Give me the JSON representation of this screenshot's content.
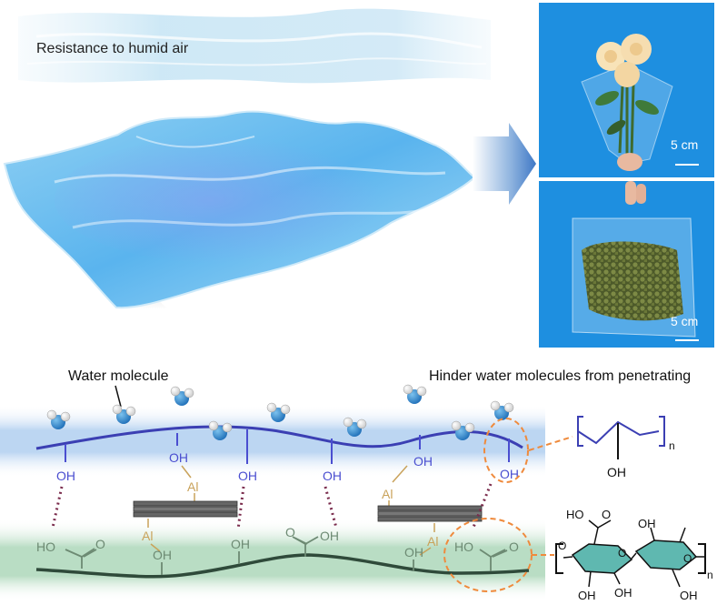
{
  "top": {
    "title": "Resistance to humid air"
  },
  "photos": [
    {
      "scale_label": "5 cm"
    },
    {
      "scale_label": "5 cm"
    }
  ],
  "labels": {
    "water_molecule": "Water molecule",
    "hinder": "Hinder water molecules from penetrating"
  },
  "pva_chain": {
    "oh": "OH",
    "al": "Al",
    "n": "n"
  },
  "cmc_chain": {
    "oh": "OH",
    "ho": "HO",
    "o": "O",
    "n": "n"
  },
  "colors": {
    "pva_band": "#bcd6f2",
    "pva_line": "#3b3fb3",
    "pva_text": "#4a4ed0",
    "cmc_band": "#b9ddc4",
    "cmc_line": "#2f4a3a",
    "cmc_text": "#6d8a73",
    "al_text": "#c9a25a",
    "dots": "#7a2b4c",
    "highlight": "#ef8a3c",
    "photo_bg": "#1e8fe0"
  }
}
